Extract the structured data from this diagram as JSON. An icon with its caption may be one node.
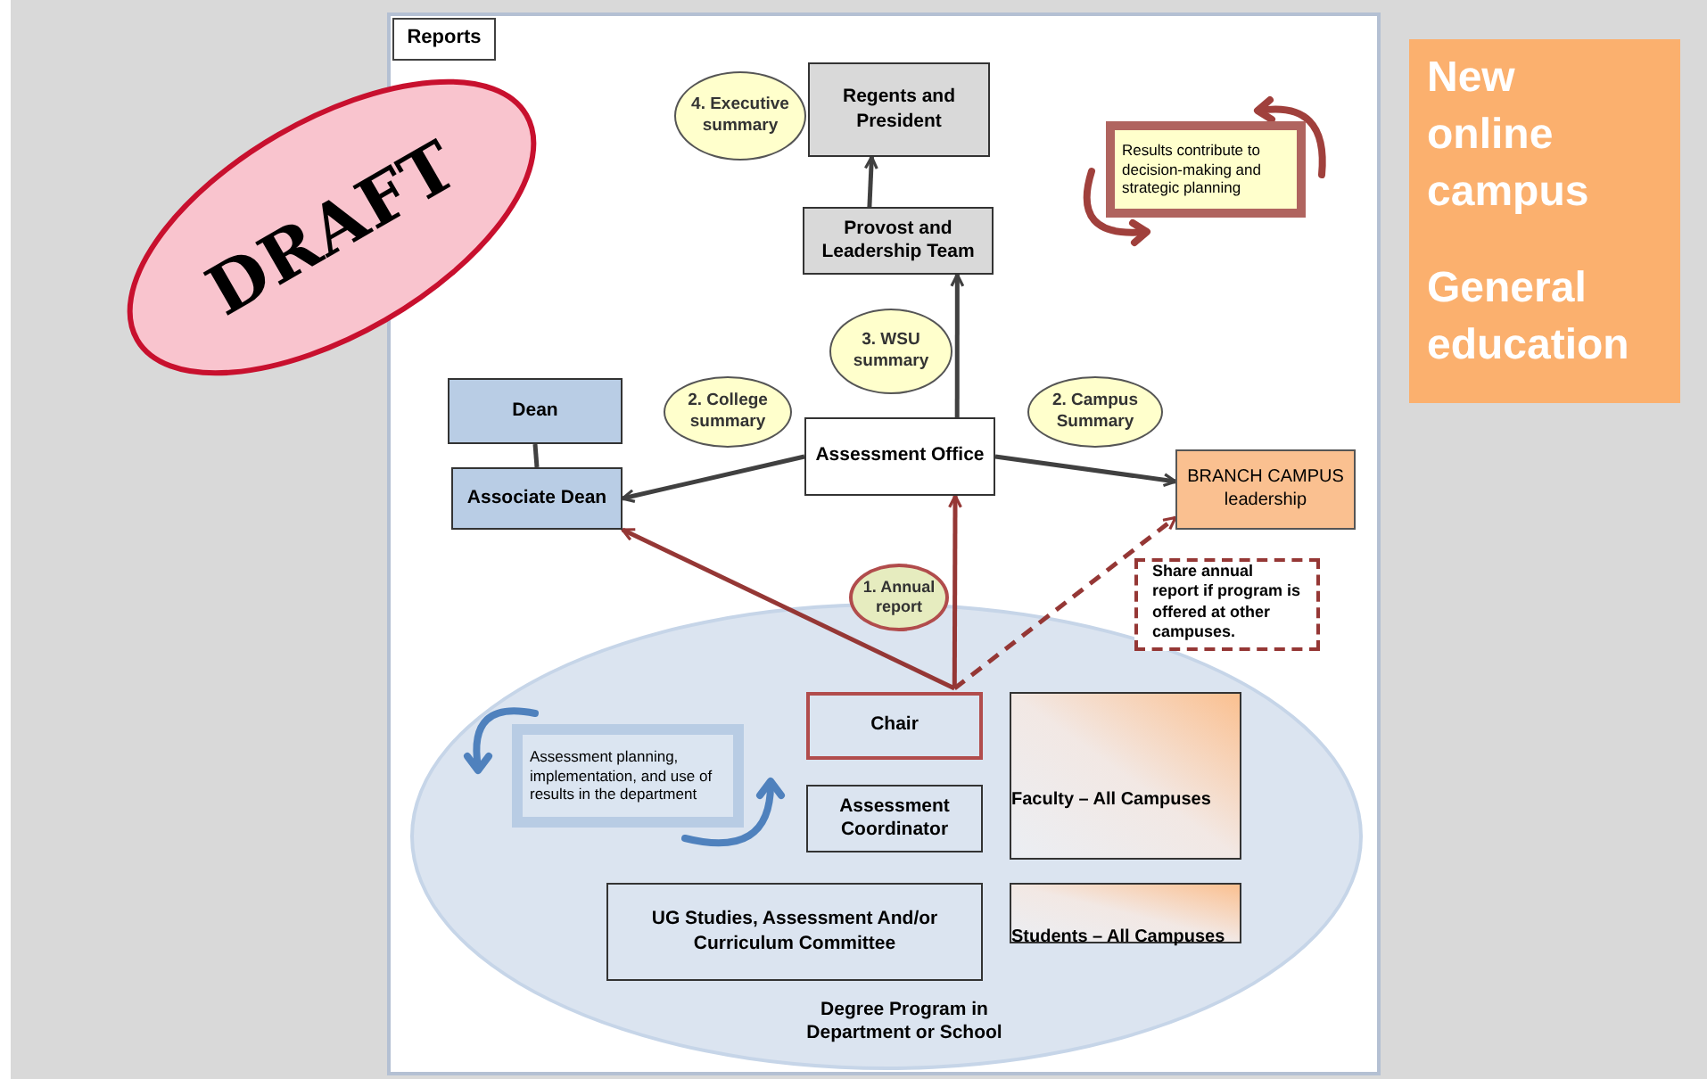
{
  "diagram": {
    "nodes": [
      {
        "text": [
          "Reports"
        ]
      },
      {
        "text": [
          "DRAFT"
        ]
      },
      {
        "text": [
          "4. Executive summary"
        ]
      },
      {
        "text": [
          "Regents and President"
        ]
      },
      {
        "text": [
          "Results contribute to decision-making and strategic planning"
        ]
      },
      {
        "text": [
          "Provost and Leadership Team"
        ]
      },
      {
        "text": [
          "3. WSU summary"
        ]
      },
      {
        "text": [
          "Dean"
        ]
      },
      {
        "text": [
          "2. College summary"
        ]
      },
      {
        "text": [
          "Assessment Office"
        ]
      },
      {
        "text": [
          "2. Campus Summary"
        ]
      },
      {
        "text": [
          "Associate Dean"
        ]
      },
      {
        "text": [
          "BRANCH CAMPUS leadership"
        ]
      },
      {
        "text": [
          "1. Annual report"
        ]
      },
      {
        "text": [
          "Share annual report if program is offered at other campuses."
        ]
      },
      {
        "text": [
          "Degree Program in Department or School"
        ]
      },
      {
        "text": [
          "Assessment planning, implementation, and use of results in the department"
        ],
        "in": 15
      },
      {
        "text": [
          "Chair"
        ],
        "in": 15
      },
      {
        "text": [
          "Faculty – All Campuses"
        ],
        "in": 15
      },
      {
        "text": [
          "Assessment Coordinator"
        ],
        "in": 15
      },
      {
        "text": [
          "UG Studies, Assessment And/or Curriculum Committee"
        ],
        "in": 15
      },
      {
        "text": [
          "Students – All Campuses"
        ],
        "in": 15
      },
      {
        "text": [
          "New online campus",
          "General education"
        ]
      }
    ],
    "edges": [
      {
        "from": 5,
        "to": 3,
        "arrow": "to"
      },
      {
        "from": 9,
        "to": 5,
        "arrow": "to"
      },
      {
        "from": 9,
        "to": 11,
        "arrow": "to"
      },
      {
        "from": 9,
        "to": 12,
        "arrow": "to"
      },
      {
        "from": 7,
        "to": 11,
        "arrow": "none"
      },
      {
        "from": 17,
        "to": 11,
        "arrow": "to",
        "color": "#953735"
      },
      {
        "from": 17,
        "to": 9,
        "arrow": "to",
        "color": "#953735"
      },
      {
        "from": 17,
        "to": 12,
        "arrow": "to",
        "style": "dashed",
        "color": "#953735"
      }
    ]
  }
}
